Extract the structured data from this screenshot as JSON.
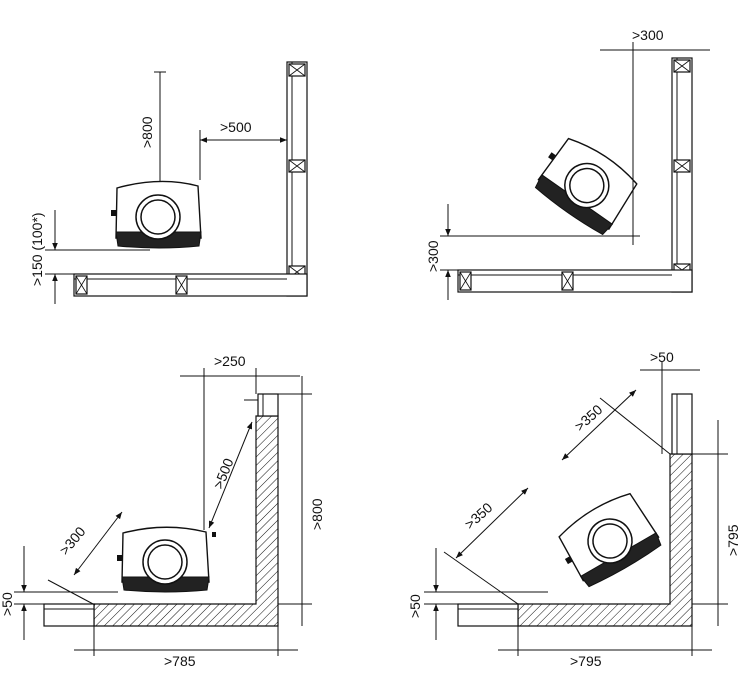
{
  "diagram": {
    "panels": [
      {
        "id": "top-left",
        "labels": {
          "top_clearance": ">800",
          "side_clearance": ">500",
          "rear_clearance": ">150 (100*)"
        }
      },
      {
        "id": "top-right",
        "labels": {
          "side_clearance": ">300",
          "rear_clearance": ">300"
        }
      },
      {
        "id": "bottom-left",
        "labels": {
          "top_offset": ">250",
          "diag_clearance": ">500",
          "corner_clearance": ">300",
          "wall_height": ">800",
          "floor_offset": ">50",
          "wall_width": ">785"
        }
      },
      {
        "id": "bottom-right",
        "labels": {
          "top_offset": ">50",
          "diag_clearance_upper": ">350",
          "diag_clearance_lower": ">350",
          "wall_height": ">795",
          "floor_offset": ">50",
          "wall_width": ">795"
        }
      }
    ]
  }
}
